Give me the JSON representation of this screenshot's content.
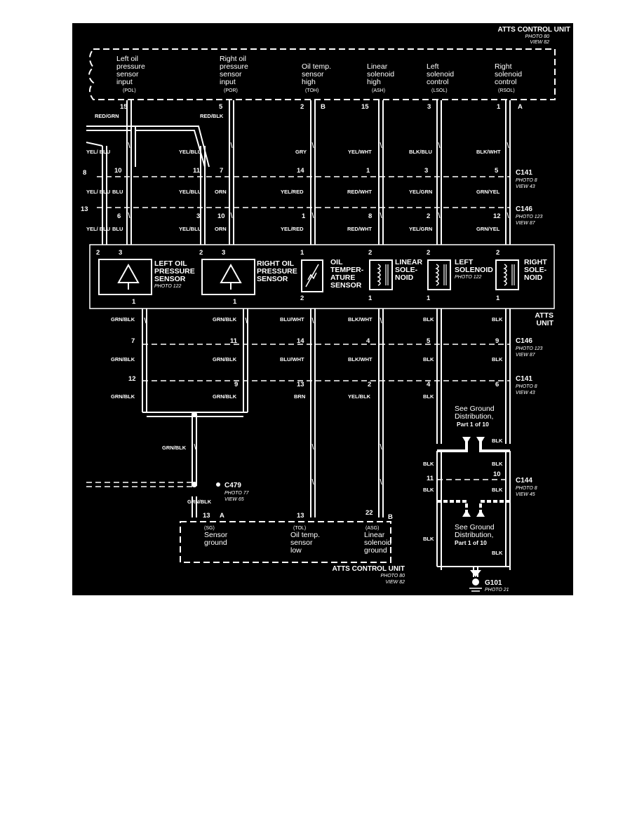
{
  "top_unit": {
    "title": "ATTS CONTROL UNIT",
    "photo": "PHOTO 80",
    "view": "VIEW 82",
    "terminals": [
      {
        "lines": [
          "Left oil",
          "pressure",
          "sensor",
          "input"
        ],
        "code": "(POL)",
        "pin": "15",
        "wire1": "RED/GRN",
        "wire2": "YEL/BLU"
      },
      {
        "lines": [
          "Right oil",
          "pressure",
          "sensor",
          "input"
        ],
        "code": "(POR)",
        "pin": "5",
        "wire1": "RED/BLK",
        "wire2": "YEL/BLU"
      },
      {
        "lines": [
          "Oil temp.",
          "sensor",
          "high"
        ],
        "code": "(TOH)",
        "pin": "2",
        "side": "B",
        "wire2": "GRY"
      },
      {
        "lines": [
          "Linear",
          "solenoid",
          "high"
        ],
        "code": "(ASH)",
        "pin": "15",
        "wire2": "YEL/WHT"
      },
      {
        "lines": [
          "Left",
          "solenoid",
          "control"
        ],
        "code": "(LSOL)",
        "pin": "3",
        "wire2": "BLK/BLU"
      },
      {
        "lines": [
          "Right",
          "solenoid",
          "control"
        ],
        "code": "(RSOL)",
        "pin": "1",
        "side": "A",
        "wire2": "BLK/WHT"
      }
    ]
  },
  "upper_connectors": [
    {
      "name": "C141",
      "photo": "PHOTO 8",
      "view": "VIEW 43",
      "left_pin": "8",
      "left_wire_above": "YEL/ BLU",
      "left_wire_below": "YEL/ BLU",
      "pins": [
        "10",
        "11",
        "7",
        "14",
        "1",
        "3",
        "5"
      ],
      "wires_below": [
        "BLU",
        "YEL/BLU",
        "ORN",
        "YEL/RED",
        "RED/WHT",
        "YEL/GRN",
        "GRN/YEL"
      ]
    },
    {
      "name": "C146",
      "photo": "PHOTO 123",
      "view": "VIEW 87",
      "left_pin": "13",
      "left_wire_below": "YEL/ BLU",
      "pins": [
        "6",
        "3",
        "10",
        "1",
        "8",
        "2",
        "12"
      ],
      "wires_below": [
        "BLU",
        "YEL/BLU",
        "ORN",
        "YEL/RED",
        "RED/WHT",
        "YEL/GRN",
        "GRN/YEL"
      ]
    }
  ],
  "atts_unit": {
    "label": "ATTS UNIT",
    "components": [
      {
        "name": "LEFT OIL PRESSURE SENSOR",
        "lines": [
          "LEFT OIL",
          "PRESSURE",
          "SENSOR"
        ],
        "photo": "PHOTO 122",
        "top_pins": [
          "2",
          "3"
        ],
        "bottom_pin": "1"
      },
      {
        "name": "RIGHT OIL PRESSURE SENSOR",
        "lines": [
          "RIGHT OIL",
          "PRESSURE",
          "SENSOR"
        ],
        "top_pins": [
          "2",
          "3"
        ],
        "bottom_pin": "1"
      },
      {
        "name": "OIL TEMPERATURE SENSOR",
        "lines": [
          "OIL",
          "TEMPER-",
          "ATURE",
          "SENSOR"
        ],
        "top_pins": [
          "1"
        ],
        "bottom_pin": "2"
      },
      {
        "name": "LINEAR SOLENOID",
        "lines": [
          "LINEAR",
          "SOLE-",
          "NOID"
        ],
        "top_pins": [
          "2"
        ],
        "bottom_pin": "1"
      },
      {
        "name": "LEFT SOLENOID",
        "lines": [
          "LEFT",
          "SOLENOID"
        ],
        "photo": "PHOTO 122",
        "top_pins": [
          "2"
        ],
        "bottom_pin": "1"
      },
      {
        "name": "RIGHT SOLENOID",
        "lines": [
          "RIGHT",
          "SOLE-",
          "NOID"
        ],
        "top_pins": [
          "2"
        ],
        "bottom_pin": "1"
      }
    ]
  },
  "lower_connectors": [
    {
      "name": "C146",
      "photo": "PHOTO 123",
      "view": "VIEW 87",
      "wires_above": [
        "GRN/BLK",
        "GRN/BLK",
        "BLU/WHT",
        "BLK/WHT",
        "BLK",
        "BLK"
      ],
      "pins": [
        "7",
        "11",
        "14",
        "4",
        "5",
        "9"
      ]
    },
    {
      "name": "C141",
      "photo": "PHOTO 8",
      "view": "VIEW 43",
      "wires_above": [
        "GRN/BLK",
        "GRN/BLK",
        "BLU/WHT",
        "BLK/WHT",
        "BLK",
        "BLK"
      ],
      "pins": [
        "12",
        "9",
        "13",
        "2",
        "4",
        "6"
      ],
      "wires_below": [
        "GRN/BLK",
        "GRN/BLK",
        "BRN",
        "YEL/BLK",
        "BLK"
      ]
    }
  ],
  "ground_splice_wire": "GRN/BLK",
  "c479": {
    "name": "C479",
    "photo": "PHOTO 77",
    "view": "VIEW 65",
    "wire": "GRN/BLK"
  },
  "ground_dist_1": {
    "lines": [
      "See Ground",
      "Distribution,",
      "Part 1 of 10"
    ],
    "wire": "BLK"
  },
  "c144": {
    "name": "C144",
    "photo": "PHOTO 8",
    "view": "VIEW 45",
    "wire_left_above": "BLK",
    "wire_right_above": "BLK",
    "pin_left": "11",
    "pin_right": "10",
    "wire_left_below": "BLK",
    "wire_right_below": "BLK"
  },
  "ground_dist_2": {
    "lines": [
      "See Ground",
      "Distribution,",
      "Part 1 of 10"
    ],
    "wire_left": "BLK",
    "wire_right": "BLK"
  },
  "g101": {
    "name": "G101",
    "photo": "PHOTO 21"
  },
  "bottom_unit": {
    "title": "ATTS CONTROL UNIT",
    "photo": "PHOTO 80",
    "view": "VIEW 82",
    "terminals": [
      {
        "code": "(SG)",
        "lines": [
          "Sensor",
          "ground"
        ],
        "pin": "13",
        "side": "A"
      },
      {
        "code": "(TOL)",
        "lines": [
          "Oil temp.",
          "sensor",
          "low"
        ],
        "pin": "13"
      },
      {
        "code": "(ASG)",
        "lines": [
          "Linear",
          "solenoid",
          "ground"
        ],
        "pin": "22",
        "side": "B"
      }
    ]
  }
}
